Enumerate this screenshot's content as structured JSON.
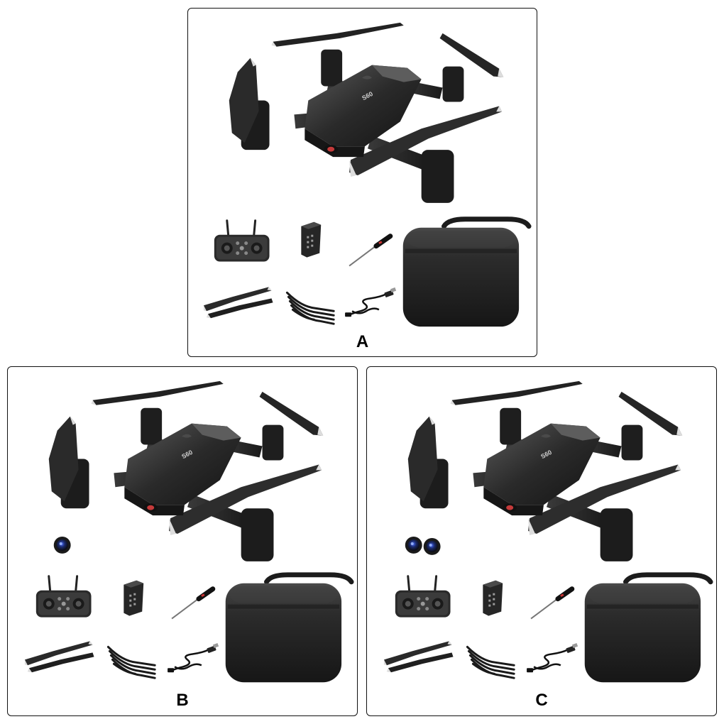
{
  "panels": [
    {
      "id": "A",
      "label": "A",
      "drone_model_text": "S60",
      "camera_count": 0
    },
    {
      "id": "B",
      "label": "B",
      "drone_model_text": "S60",
      "camera_count": 1
    },
    {
      "id": "C",
      "label": "C",
      "drone_model_text": "S60",
      "camera_count": 2
    }
  ],
  "colors": {
    "background": "#ffffff",
    "border": "#111111",
    "drone_body": "#2b2b2b",
    "drone_dark": "#1a1a1a",
    "drone_highlight": "#6a6a6a",
    "case": "#2e2e2e"
  }
}
